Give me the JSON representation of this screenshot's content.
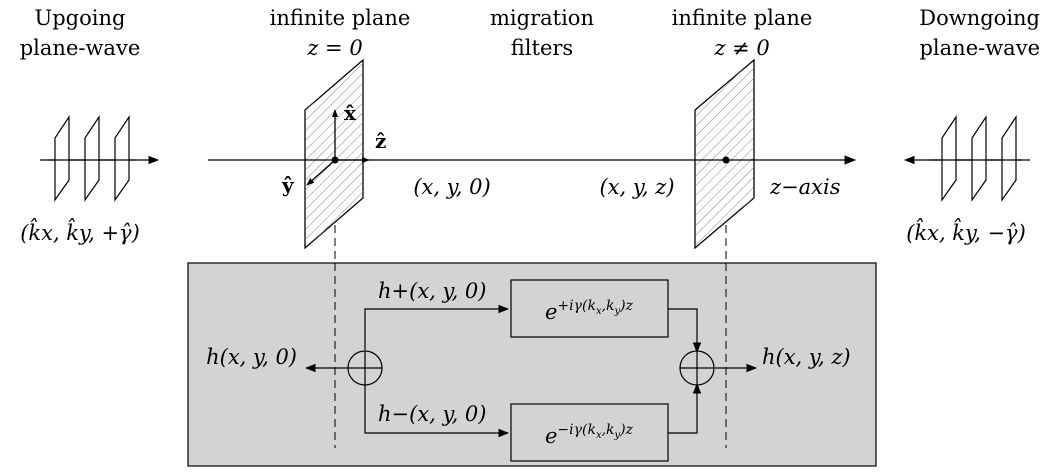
{
  "labels": {
    "upgoing_line1": "Upgoing",
    "upgoing_line2": "plane-wave",
    "plane0_line1": "infinite plane",
    "plane0_line2": "z = 0",
    "filters_line1": "migration",
    "filters_line2": "filters",
    "planez_line1": "infinite plane",
    "planez_line2": "z ≠ 0",
    "downgoing_line1": "Downgoing",
    "downgoing_line2": "plane-wave"
  },
  "axes": {
    "x_hat": "x̂",
    "y_hat": "ŷ",
    "z_hat": "ẑ",
    "z_axis": "z−axis"
  },
  "points": {
    "origin": "(x, y, 0)",
    "point_z": "(x, y, z)"
  },
  "wave_vectors": {
    "up": "(k̂x, k̂y, +γ̂)",
    "down": "(k̂x, k̂y, −γ̂)"
  },
  "block": {
    "h_plus": "h+(x, y, 0)",
    "h_minus": "h−(x, y, 0)",
    "filter_plus": "e^{+iγ(kx,ky)z}",
    "filter_minus": "e^{−iγ(kx,ky)z}",
    "output_left": "h(x, y, 0)",
    "output_right": "h(x, y, z)"
  },
  "colors": {
    "panel_fill": "#d3d3d3",
    "stroke": "#000000",
    "plane_fill": "#ffffff"
  }
}
